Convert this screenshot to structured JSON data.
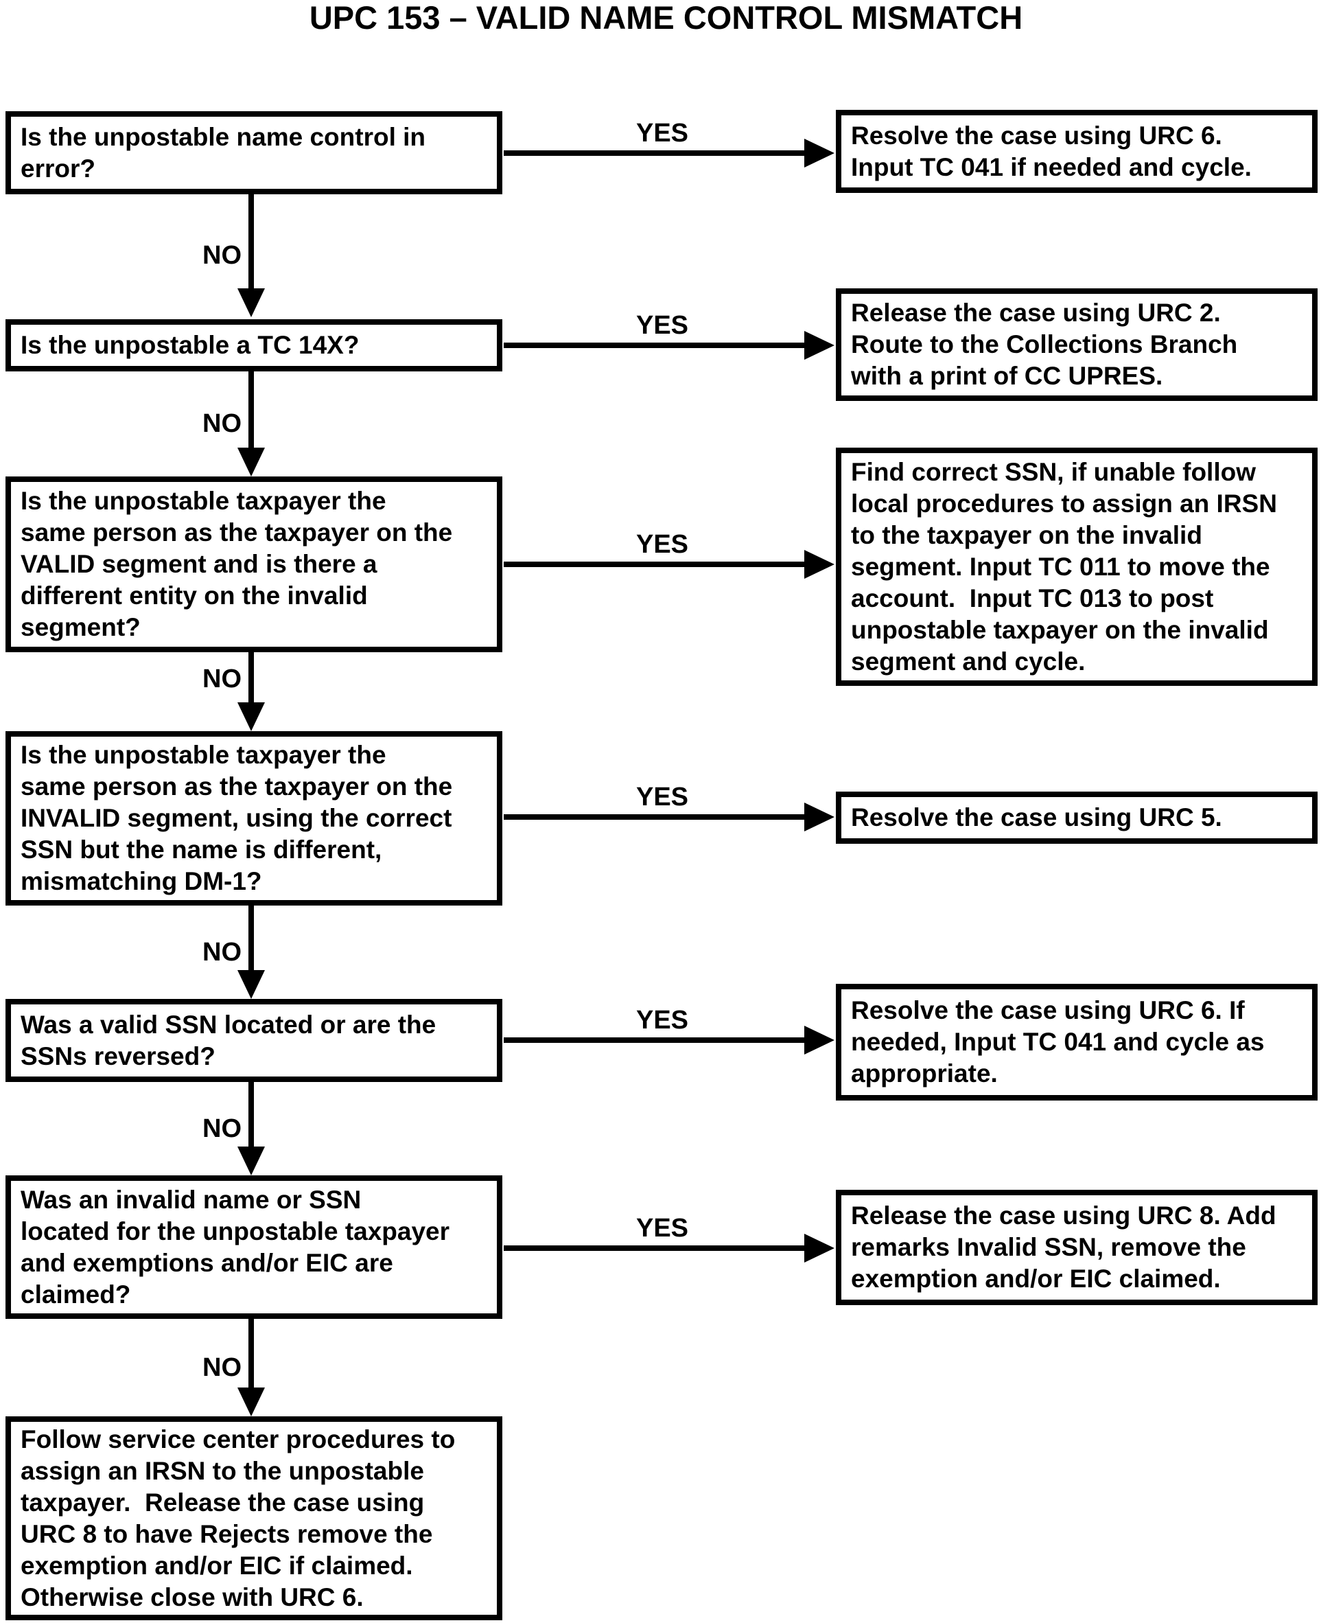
{
  "title": "UPC 153 – VALID NAME CONTROL MISMATCH",
  "branch_labels": {
    "yes": "YES",
    "no": "NO"
  },
  "flow": {
    "steps": [
      {
        "question_lines": [
          "Is the unpostable name control in",
          "error?"
        ],
        "yes_action_lines": [
          "Resolve the case using URC 6.",
          "Input TC 041 if needed and cycle."
        ]
      },
      {
        "question_lines": [
          "Is the unpostable a TC 14X?"
        ],
        "yes_action_lines": [
          "Release the case using URC 2.",
          "Route to the Collections Branch",
          "with a print of CC UPRES."
        ]
      },
      {
        "question_lines": [
          "Is the unpostable taxpayer the",
          "same person as the taxpayer on the",
          "VALID segment and is there a",
          "different entity on the invalid",
          "segment?"
        ],
        "yes_action_lines": [
          "Find correct SSN, if unable follow",
          "local procedures to assign an IRSN",
          "to the taxpayer on the invalid",
          "segment. Input TC 011 to move the",
          "account.  Input TC 013 to post",
          "unpostable taxpayer on the invalid",
          "segment and cycle."
        ]
      },
      {
        "question_lines": [
          "Is the unpostable taxpayer the",
          "same person as the taxpayer on the",
          "INVALID segment, using the correct",
          "SSN but the name is different,",
          "mismatching DM-1?"
        ],
        "yes_action_lines": [
          "Resolve the case using URC 5."
        ]
      },
      {
        "question_lines": [
          "Was a valid SSN located or are the",
          "SSNs reversed?"
        ],
        "yes_action_lines": [
          "Resolve the case using URC 6. If",
          "needed, Input TC 041 and cycle as",
          "appropriate."
        ]
      },
      {
        "question_lines": [
          "Was an invalid name or SSN",
          "located for the unpostable taxpayer",
          "and exemptions and/or EIC are",
          "claimed?"
        ],
        "yes_action_lines": [
          "Release the case using URC 8. Add",
          "remarks Invalid SSN, remove the",
          "exemption and/or EIC claimed."
        ]
      }
    ],
    "final_lines": [
      "Follow service center procedures to",
      "assign an IRSN to the unpostable",
      "taxpayer.  Release the case using",
      "URC 8 to have Rejects remove the",
      "exemption and/or EIC if claimed.",
      "Otherwise close with URC 6."
    ]
  }
}
